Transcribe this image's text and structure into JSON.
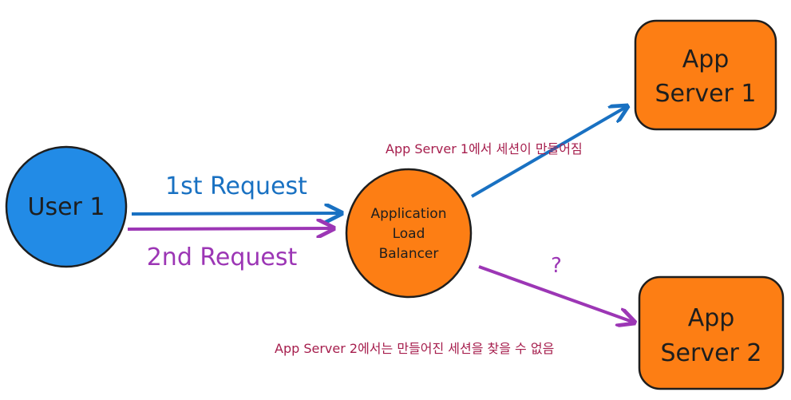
{
  "nodes": {
    "user": {
      "label": "User 1",
      "fill": "#228be6"
    },
    "alb": {
      "line1": "Application",
      "line2": "Load",
      "line3": "Balancer",
      "fill": "#fd7e14"
    },
    "server1": {
      "line1": "App",
      "line2": "Server 1",
      "fill": "#fd7e14"
    },
    "server2": {
      "line1": "App",
      "line2": "Server 2",
      "fill": "#fd7e14"
    }
  },
  "edges": {
    "first_request": {
      "label": "1st Request",
      "color": "#1971c2"
    },
    "second_request": {
      "label": "2nd Request",
      "color": "#9c36b5"
    },
    "to_server1": {
      "color": "#1971c2"
    },
    "to_server2": {
      "color": "#9c36b5",
      "label": "?"
    }
  },
  "notes": {
    "server1_note": {
      "prefix": "App Server 1",
      "suffix": "에서 세션이 만들어짐",
      "color": "#a61e4d"
    },
    "server2_note": {
      "prefix": "App Server 2",
      "suffix": "에서는 만들어진 세션을 찾을 수 없음",
      "color": "#a61e4d"
    }
  },
  "colors": {
    "stroke": "#1e1e1e"
  }
}
